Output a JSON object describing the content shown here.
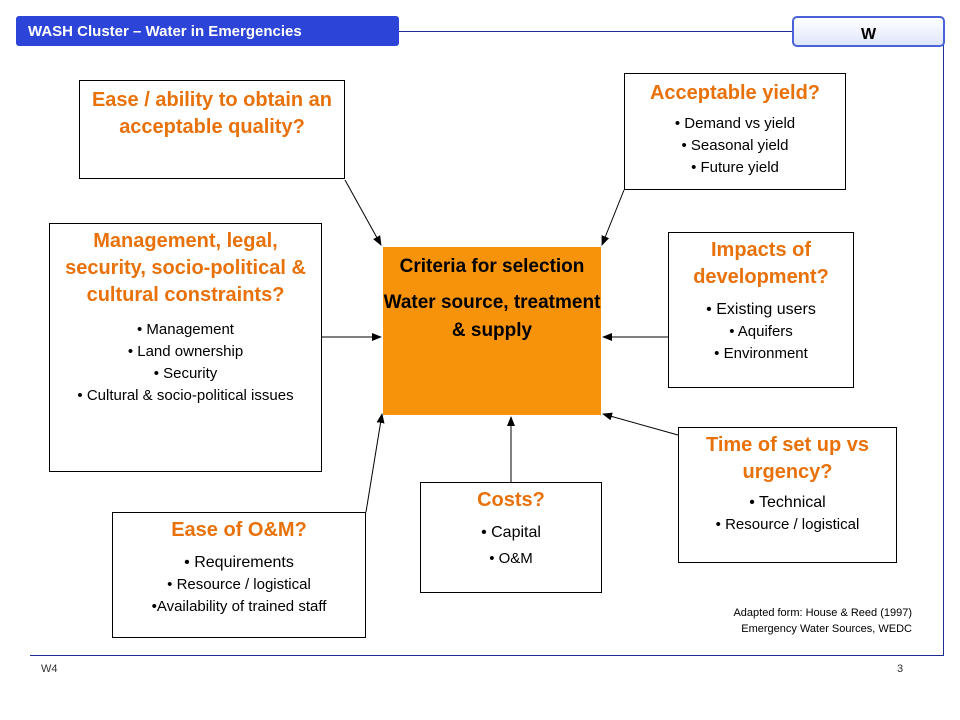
{
  "header": {
    "title": "WASH Cluster –  Water in Emergencies",
    "tab_label": "W"
  },
  "center": {
    "line1": "Criteria for selection",
    "line2": "Water source, treatment & supply"
  },
  "boxes": {
    "quality": {
      "title": "Ease / ability to obtain an acceptable quality?"
    },
    "yield": {
      "title": "Acceptable yield?",
      "bullets": [
        "• Demand vs yield",
        "• Seasonal yield",
        "• Future yield"
      ]
    },
    "management": {
      "title": "Management, legal, security, socio-political & cultural constraints?",
      "bullets": [
        "• Management",
        "• Land ownership",
        "• Security",
        "• Cultural & socio-political issues"
      ]
    },
    "impacts": {
      "title": "Impacts of development?",
      "bullets": [
        "•  Existing users",
        "• Aquifers",
        "• Environment"
      ]
    },
    "om": {
      "title": "Ease of O&M?",
      "bullets": [
        "•  Requirements",
        "• Resource / logistical",
        "•Availability of trained staff"
      ]
    },
    "costs": {
      "title": "Costs?",
      "bullets": [
        "•  Capital",
        "• O&M"
      ]
    },
    "setup": {
      "title": "Time of set up vs urgency?",
      "bullets": [
        "•  Technical",
        "• Resource / logistical"
      ]
    }
  },
  "source_note": {
    "line1": "Adapted form: House & Reed (1997)",
    "line2": "Emergency Water Sources, WEDC"
  },
  "footer": {
    "left": "W4",
    "page": "3"
  },
  "colors": {
    "accent_orange": "#f7930a",
    "title_orange": "#e8710a",
    "header_blue": "#2c45d8"
  }
}
